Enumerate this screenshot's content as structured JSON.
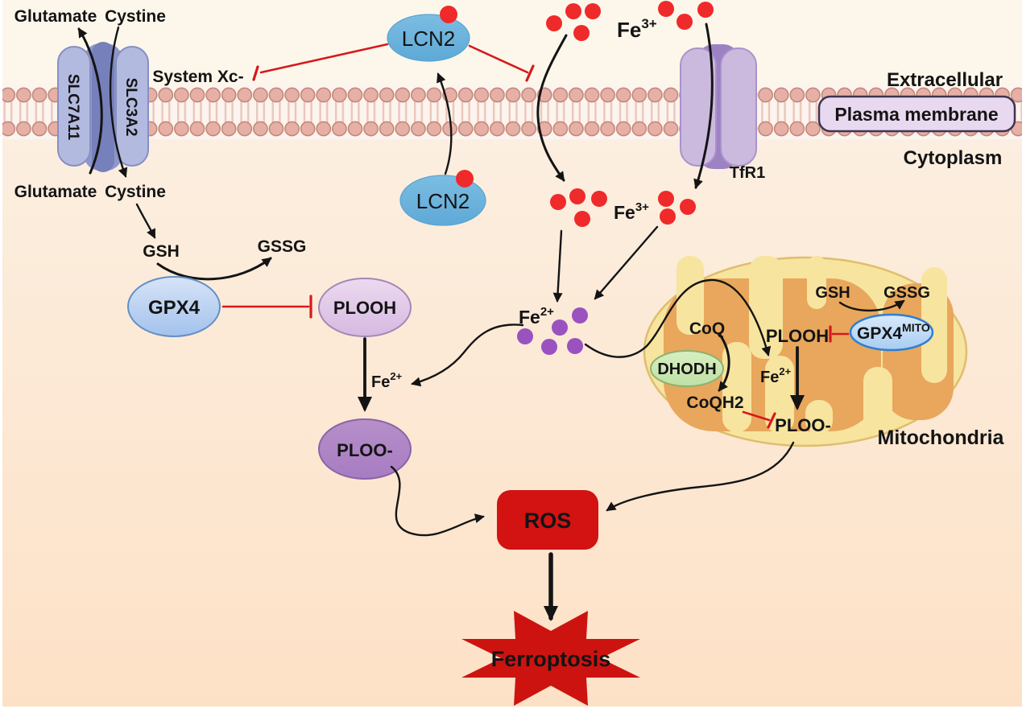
{
  "diagram": {
    "membrane": {
      "extracellular": "Extracellular",
      "plasma_membrane": "Plasma membrane",
      "cytoplasm": "Cytoplasm"
    },
    "system_xc": {
      "label": "System Xc-",
      "slc7a11": "SLC7A11",
      "slc3a2": "SLC3A2",
      "glutamate_out": "Glutamate",
      "cystine_out": "Cystine",
      "glutamate_in": "Glutamate",
      "cystine_in": "Cystine"
    },
    "lcn2": {
      "extracellular": "LCN2",
      "cytoplasm": "LCN2"
    },
    "iron": {
      "fe": "Fe",
      "fe3_sup": "3+",
      "fe2_sup": "2+",
      "tfr1": "TfR1"
    },
    "lipid_peroxidation": {
      "gsh": "GSH",
      "gssg": "GSSG",
      "gpx4": "GPX4",
      "plooh": "PLOOH",
      "fe": "Fe",
      "fe2_sup": "2+",
      "ploo": "PLOO-"
    },
    "mitochondria": {
      "label": "Mitochondria",
      "coq": "CoQ",
      "coqh2": "CoQH2",
      "dhodh": "DHODH",
      "plooh": "PLOOH",
      "fe": "Fe",
      "fe2_sup": "2+",
      "ploo": "PLOO-",
      "gsh": "GSH",
      "gssg": "GSSG",
      "gpx4": "GPX4",
      "gpx4_sup": "MITO"
    },
    "outcome": {
      "ros": "ROS",
      "ferroptosis": "Ferroptosis"
    }
  },
  "colors": {
    "red_dot": "#ef2a2a",
    "purple_dot": "#9a52c0",
    "ros_box": "#d31212",
    "ferroptosis_star": "#cd1310",
    "inhibition_red": "#d6191c",
    "membrane_head": "#e7b0a6",
    "mito_outer": "#f7e49f",
    "mito_matrix": "#e8a75c",
    "lcn2_fill": "#6fb4dc",
    "plasma_badge": "#e9d9f0"
  }
}
